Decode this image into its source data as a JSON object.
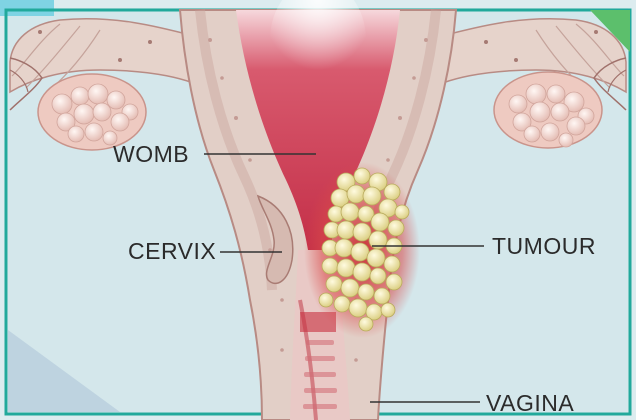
{
  "diagram": {
    "labels": {
      "womb": "WOMB",
      "cervix": "CERVIX",
      "tumour": "TUMOUR",
      "vagina": "VAGINA"
    }
  },
  "colors": {
    "background": "#dcecef",
    "frame_border": "#21a99b",
    "corner_tab": "#7fd3e3",
    "corner_accent": "#5cbf6c",
    "tissue": "#e2cfc7",
    "tissue_dark": "#b88b84",
    "uterine_cavity": "#c93a52",
    "tumour_glow": "#d94a4a",
    "tumour_cells": "#efe6a2",
    "ovary": "#f2d9d3",
    "leader_line": "#333333"
  }
}
